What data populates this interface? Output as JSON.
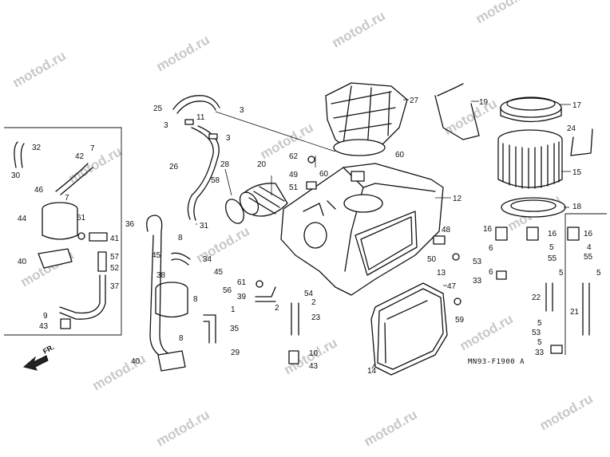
{
  "watermark_text": "motod.ru",
  "diagram_code": "MN93-F1900 A",
  "direction_label": "FR.",
  "callouts": {
    "c1": "1",
    "c2": "2",
    "c3": "3",
    "c5": "5",
    "c6": "6",
    "c7": "7",
    "c8": "8",
    "c9": "9",
    "c10": "10",
    "c11": "11",
    "c12": "12",
    "c13": "13",
    "c14": "14",
    "c15": "15",
    "c16": "16",
    "c17": "17",
    "c18": "18",
    "c19": "19",
    "c20": "20",
    "c21": "21",
    "c22": "22",
    "c23": "23",
    "c24": "24",
    "c25": "25",
    "c26": "26",
    "c27": "27",
    "c28": "28",
    "c29": "29",
    "c30": "30",
    "c31": "31",
    "c32": "32",
    "c33": "33",
    "c34": "34",
    "c35": "35",
    "c36": "36",
    "c37": "37",
    "c38": "38",
    "c39": "39",
    "c40": "40",
    "c41": "41",
    "c42": "42",
    "c43": "43",
    "c44": "44",
    "c45": "45",
    "c46": "46",
    "c47": "47",
    "c48": "48",
    "c49": "49",
    "c50": "50",
    "c51": "51",
    "c52": "52",
    "c53": "53",
    "c54": "54",
    "c55": "55",
    "c56": "56",
    "c57": "57",
    "c58": "58",
    "c59": "59",
    "c60": "60",
    "c61": "61",
    "c62": "62",
    "c4": "4"
  }
}
